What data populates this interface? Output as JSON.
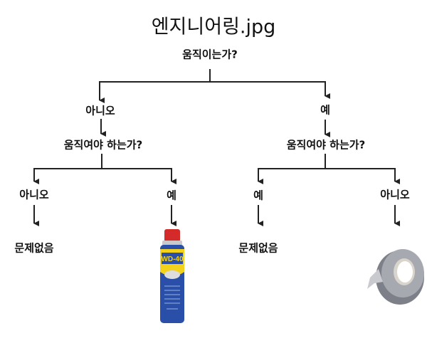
{
  "title": "엔지니어링.jpg",
  "root_question": "움직이는가?",
  "branches": {
    "no": {
      "label": "아니오",
      "question": "움직여야 하는가?",
      "children": [
        {
          "label": "아니오",
          "result": "문제없음"
        },
        {
          "label": "예",
          "result_image": "WD-40",
          "result_image_text": "WD-40"
        }
      ]
    },
    "yes": {
      "label": "예",
      "question": "움직여야 하는가?",
      "children": [
        {
          "label": "예",
          "result": "문제없음"
        },
        {
          "label": "아니오",
          "result_image": "duct-tape"
        }
      ]
    }
  },
  "colors": {
    "line": "#222222",
    "wd40_blue": "#2a4fa8",
    "wd40_yellow": "#f2d21b",
    "wd40_red": "#d42a2a",
    "tape": "#9a9ca3"
  }
}
